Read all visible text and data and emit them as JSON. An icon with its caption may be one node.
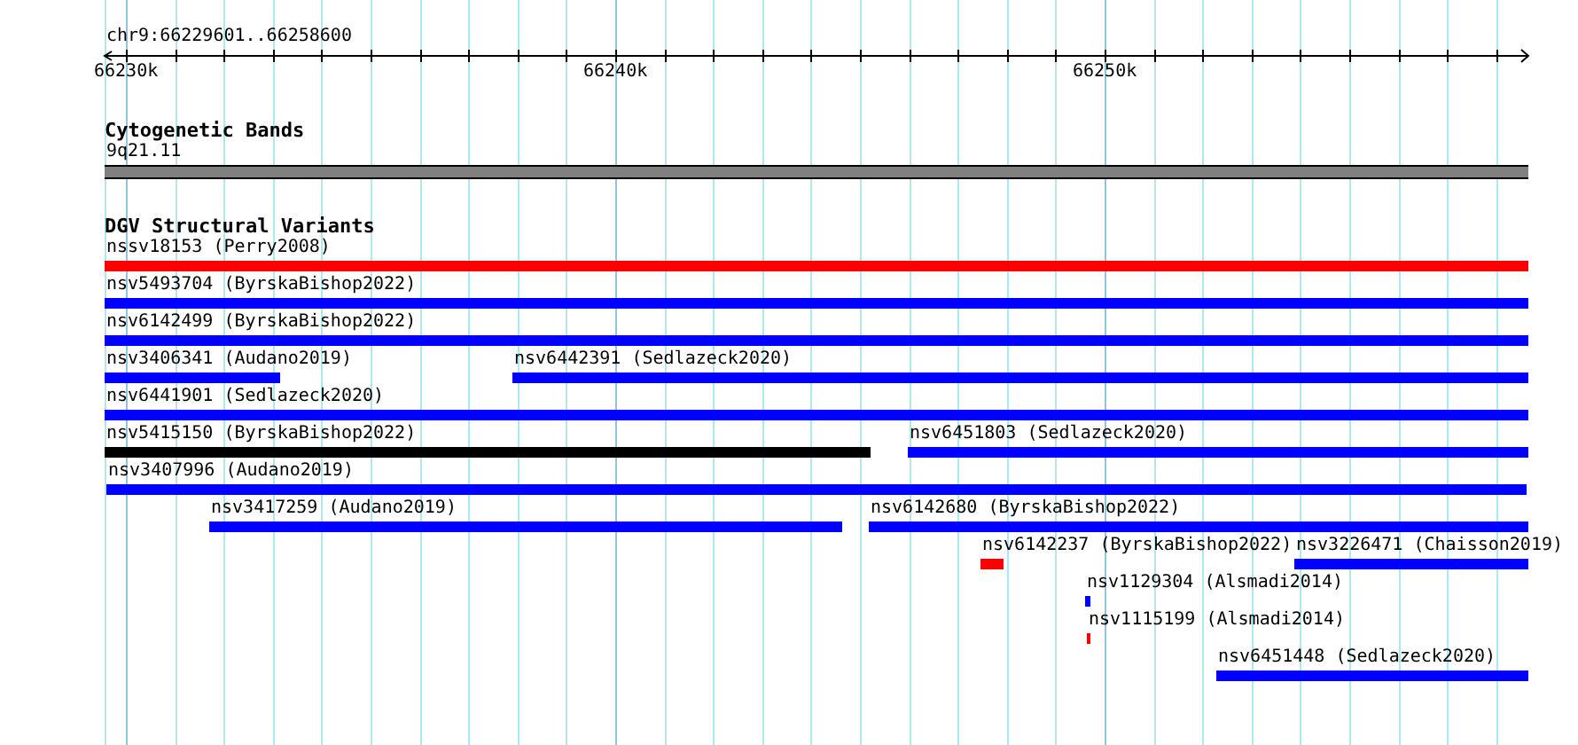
{
  "diagram": {
    "nodes": [
      {
        "text": [
          "9q21.11"
        ]
      },
      {
        "text": [
          "nssv18153 (Perry2008)"
        ]
      },
      {
        "text": [
          "nsv5493704 (ByrskaBishop2022)"
        ]
      },
      {
        "text": [
          "nsv6142499 (ByrskaBishop2022)"
        ]
      },
      {
        "text": [
          "nsv3406341 (Audano2019)"
        ]
      },
      {
        "text": [
          "nsv6442391 (Sedlazeck2020)"
        ]
      },
      {
        "text": [
          "nsv6441901 (Sedlazeck2020)"
        ]
      },
      {
        "text": [
          "nsv5415150 (ByrskaBishop2022)"
        ]
      },
      {
        "text": [
          "nsv6451803 (Sedlazeck2020)"
        ]
      },
      {
        "text": [
          "nsv3407996 (Audano2019)"
        ]
      },
      {
        "text": [
          "nsv3417259 (Audano2019)"
        ]
      },
      {
        "text": [
          "nsv6142680 (ByrskaBishop2022)"
        ]
      },
      {
        "text": [
          "nsv6142237 (ByrskaBishop2022)"
        ]
      },
      {
        "text": [
          "nsv3226471 (Chaisson2019)"
        ]
      },
      {
        "text": [
          "nsv1129304 (Alsmadi2014)"
        ]
      },
      {
        "text": [
          "nsv1115199 (Alsmadi2014)"
        ]
      },
      {
        "text": [
          "nsv6451448 (Sedlazeck2020)"
        ]
      }
    ],
    "labels": [
      "chr9:66229601..66258600",
      "66230k",
      "66240k",
      "66250k",
      "Cytogenetic Bands",
      "DGV Structural Variants"
    ]
  }
}
